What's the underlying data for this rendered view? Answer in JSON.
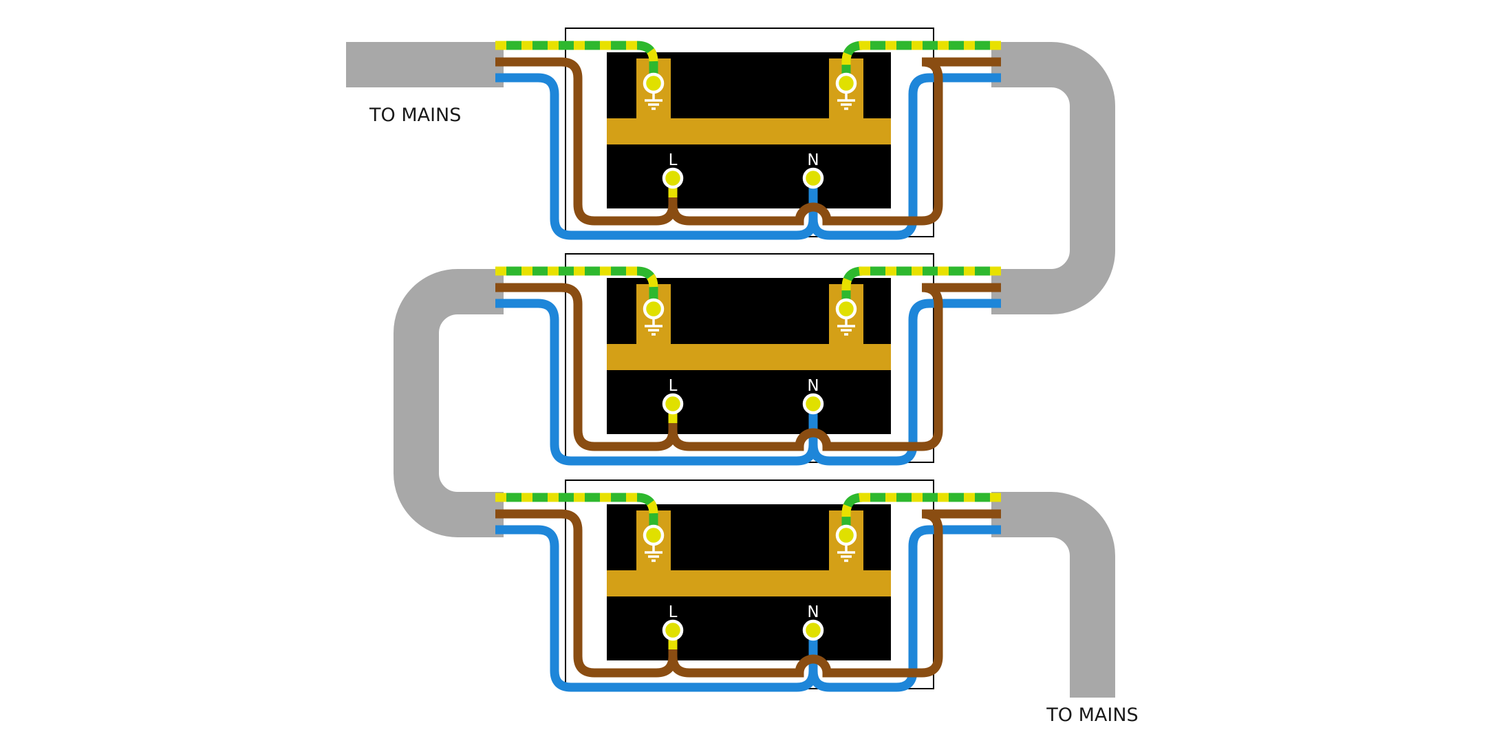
{
  "diagram": {
    "labels": {
      "to_mains_top": "TO MAINS",
      "to_mains_bottom": "TO MAINS"
    },
    "sockets": [
      {
        "id": "socket-1",
        "live_label": "L",
        "neutral_label": "N"
      },
      {
        "id": "socket-2",
        "live_label": "L",
        "neutral_label": "N"
      },
      {
        "id": "socket-3",
        "live_label": "L",
        "neutral_label": "N"
      }
    ]
  },
  "colors": {
    "background": "#ffffff",
    "cable_gray": "#a8a8a8",
    "earth_green": "#2eb82e",
    "earth_yellow": "#e8e100",
    "live_brown": "#8a4d12",
    "neutral_blue": "#1e86d9",
    "brass": "#d4a017",
    "socket_body": "#000000",
    "outline": "#000000",
    "terminal_ring": "#ffffff",
    "terminal_center": "#e0e000",
    "terminal_label": "#ffffff",
    "label_text": "#1a1a1a"
  }
}
